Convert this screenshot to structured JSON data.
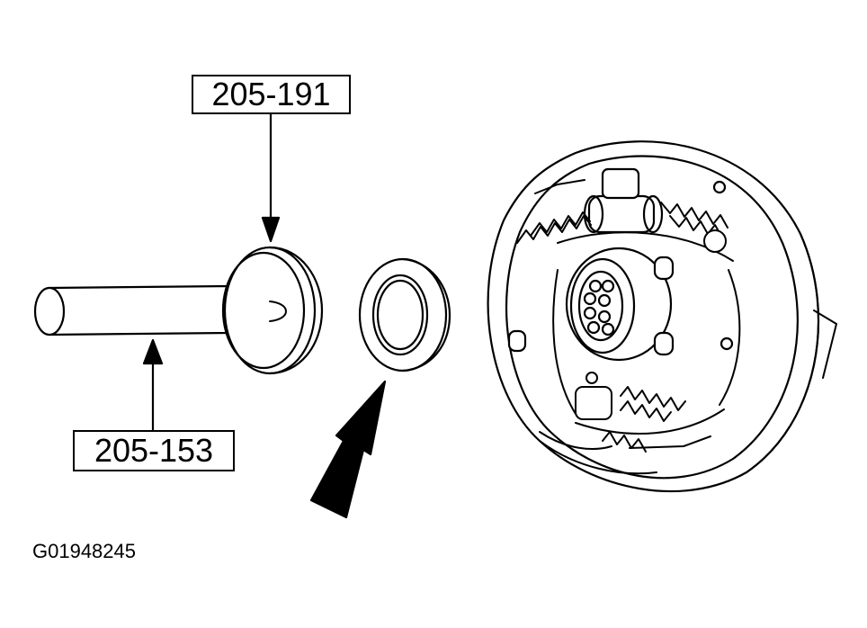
{
  "callouts": {
    "installer_tool": "205-191",
    "handle_tool": "205-153"
  },
  "figure_id": "G01948245",
  "colors": {
    "line": "#000000",
    "background": "#ffffff"
  }
}
